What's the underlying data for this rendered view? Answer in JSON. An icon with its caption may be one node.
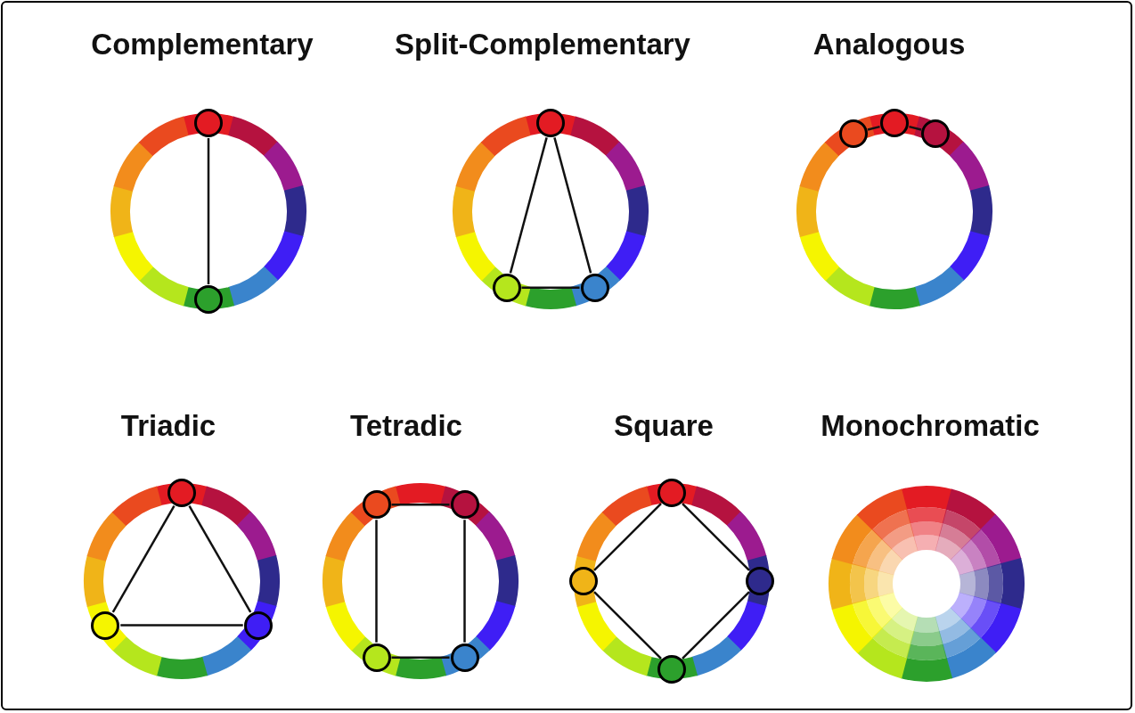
{
  "diagram": {
    "nodes": [
      {
        "text": [],
        "shape": "circle"
      },
      {
        "text": [],
        "shape": "circle"
      },
      {
        "text": [],
        "shape": "circle"
      },
      {
        "text": [],
        "shape": "circle"
      },
      {
        "text": [],
        "shape": "circle"
      },
      {
        "text": [],
        "shape": "circle"
      },
      {
        "text": [],
        "shape": "circle"
      },
      {
        "text": [],
        "shape": "circle"
      },
      {
        "text": [],
        "shape": "circle"
      },
      {
        "text": [],
        "shape": "circle"
      },
      {
        "text": [],
        "shape": "circle"
      },
      {
        "text": [],
        "shape": "circle"
      },
      {
        "text": [],
        "shape": "circle"
      },
      {
        "text": [],
        "shape": "circle"
      },
      {
        "text": [],
        "shape": "circle"
      },
      {
        "text": [],
        "shape": "circle"
      },
      {
        "text": [],
        "shape": "circle"
      },
      {
        "text": [],
        "shape": "circle"
      },
      {
        "text": [],
        "shape": "circle"
      }
    ],
    "edges": [
      {
        "from": 0,
        "to": 1,
        "arrow": "none"
      },
      {
        "from": 2,
        "to": 3,
        "arrow": "none"
      },
      {
        "from": 2,
        "to": 4,
        "arrow": "none"
      },
      {
        "from": 3,
        "to": 4,
        "arrow": "none"
      },
      {
        "from": 5,
        "to": 6,
        "arrow": "none"
      },
      {
        "from": 6,
        "to": 7,
        "arrow": "none"
      },
      {
        "from": 8,
        "to": 9,
        "arrow": "none"
      },
      {
        "from": 8,
        "to": 10,
        "arrow": "none"
      },
      {
        "from": 9,
        "to": 10,
        "arrow": "none"
      },
      {
        "from": 11,
        "to": 12,
        "arrow": "none"
      },
      {
        "from": 12,
        "to": 14,
        "arrow": "none"
      },
      {
        "from": 13,
        "to": 14,
        "arrow": "none"
      },
      {
        "from": 11,
        "to": 13,
        "arrow": "none"
      },
      {
        "from": 15,
        "to": 16,
        "arrow": "none"
      },
      {
        "from": 15,
        "to": 17,
        "arrow": "none"
      },
      {
        "from": 16,
        "to": 18,
        "arrow": "none"
      },
      {
        "from": 17,
        "to": 18,
        "arrow": "none"
      }
    ],
    "labels": [
      "Complementary",
      "Split-Complementary",
      "Analogous",
      "Triadic",
      "Tetradic",
      "Square",
      "Monochromatic"
    ]
  }
}
